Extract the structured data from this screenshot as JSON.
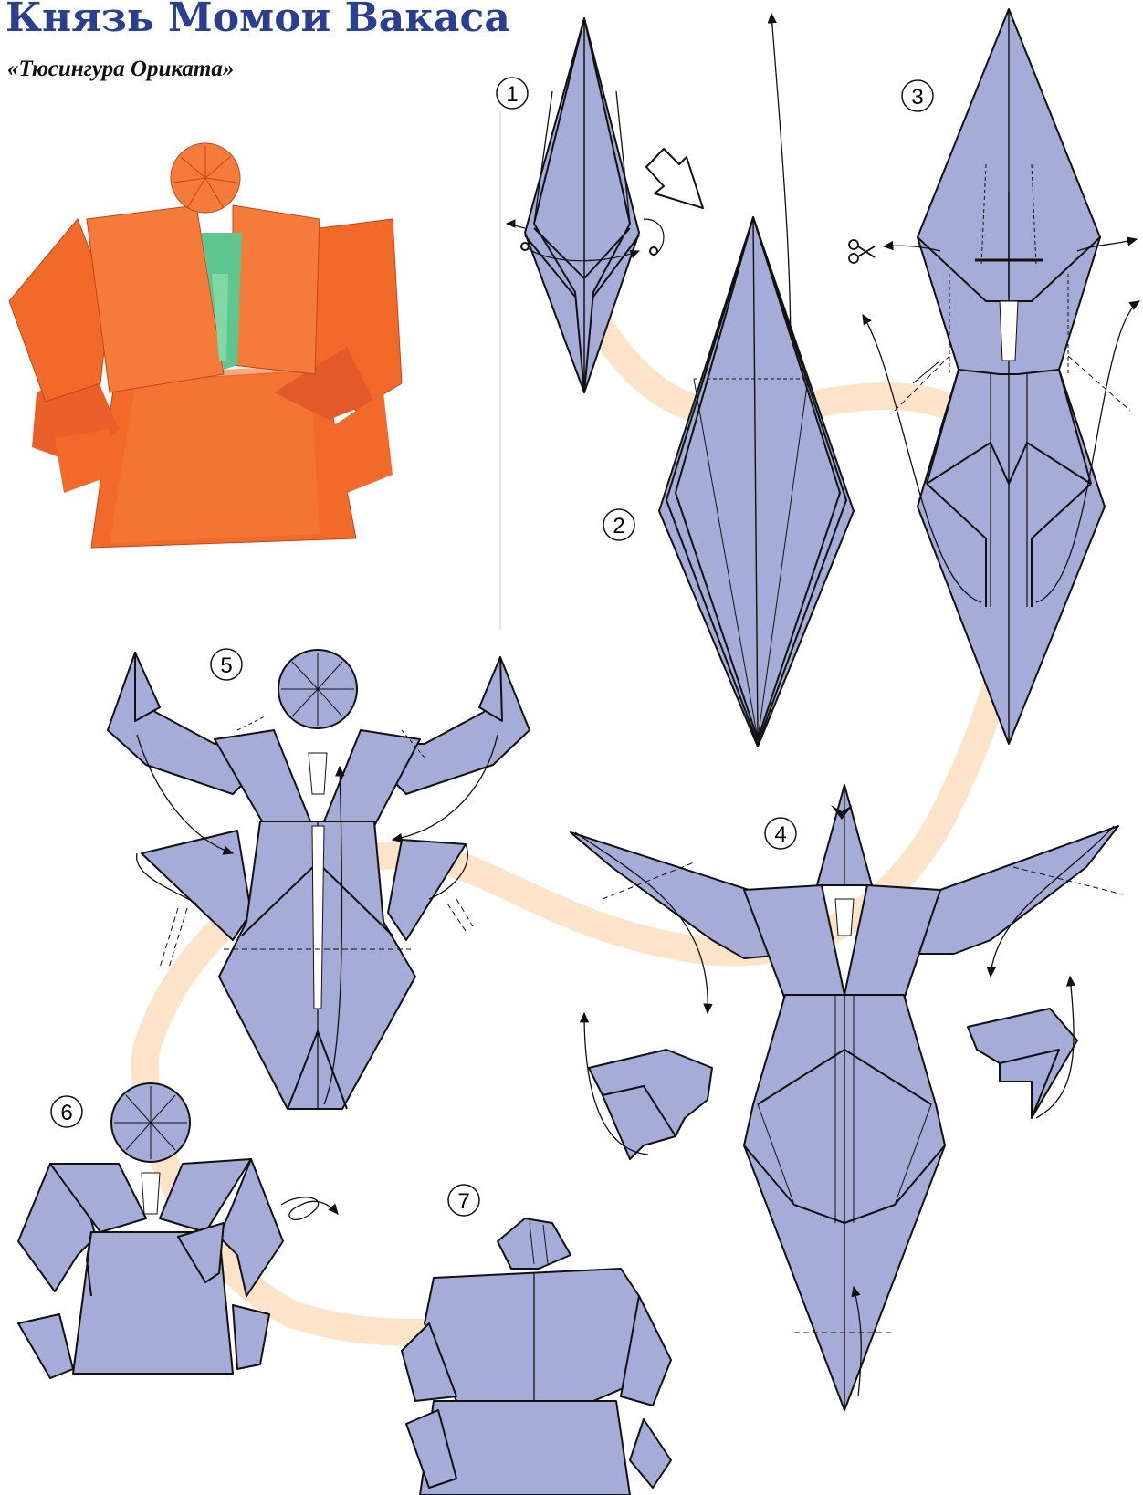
{
  "header": {
    "title": "Князь Момои Вакаса",
    "subtitle": "«Тюсингура Ориката»"
  },
  "steps": [
    {
      "number": "1"
    },
    {
      "number": "2"
    },
    {
      "number": "3"
    },
    {
      "number": "4"
    },
    {
      "number": "5"
    },
    {
      "number": "6"
    },
    {
      "number": "7"
    }
  ],
  "colors": {
    "paper_fill": "#a5acd8",
    "paper_stroke": "#111111",
    "flow_path": "#fde3c8",
    "photo_orange": "#f26a2a",
    "photo_green": "#5fc690",
    "title_blue": "#2a3f8f"
  },
  "icons": {
    "scissors": "scissors-icon",
    "push": "push-arrow-icon",
    "turn_over": "turn-over-icon"
  }
}
